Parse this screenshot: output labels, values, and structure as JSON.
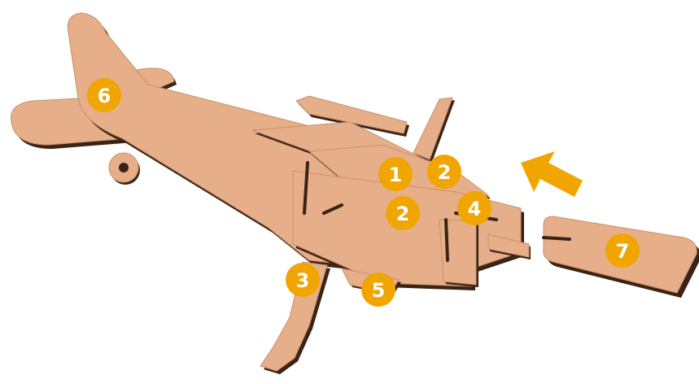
{
  "colors": {
    "wood": "#E6AF89",
    "wood_edge": "#3A2416",
    "wood_shade": "#C98F6A",
    "badge": "#F0A500",
    "badge_text": "#FFFFFF",
    "arrow": "#F0A500"
  },
  "badges": [
    {
      "id": "b6",
      "label": "6",
      "part": "fuselage-tail"
    },
    {
      "id": "b1",
      "label": "1",
      "part": "wing-front-slot"
    },
    {
      "id": "b2a",
      "label": "2",
      "part": "wing-top-slot"
    },
    {
      "id": "b2b",
      "label": "2",
      "part": "wing-lower-slot"
    },
    {
      "id": "b4",
      "label": "4",
      "part": "nose-plate"
    },
    {
      "id": "b3",
      "label": "3",
      "part": "landing-gear"
    },
    {
      "id": "b5",
      "label": "5",
      "part": "under-wing"
    },
    {
      "id": "b7",
      "label": "7",
      "part": "propeller-piece"
    }
  ],
  "arrow_icon": "insert-arrow"
}
